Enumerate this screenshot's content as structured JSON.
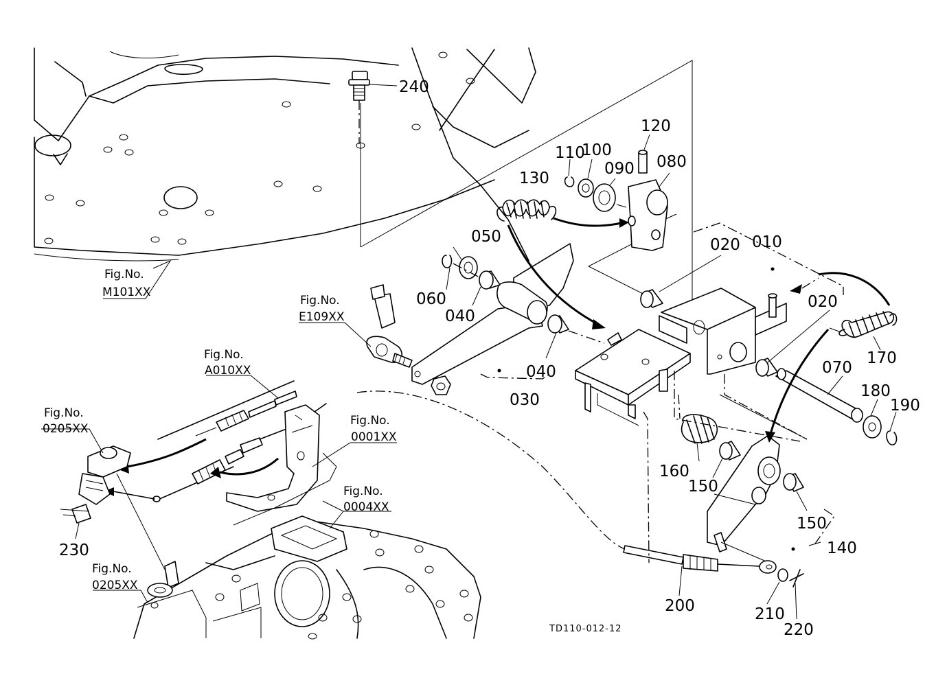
{
  "labels": {
    "p240": "240",
    "p120": "120",
    "p110": "110",
    "p100": "100",
    "p090": "090",
    "p080": "080",
    "p130": "130",
    "p050": "050",
    "p060": "060",
    "p040a": "040",
    "p040b": "040",
    "p030": "030",
    "p020a": "020",
    "p010": "010",
    "p020b": "020",
    "p070": "070",
    "p170": "170",
    "p180": "180",
    "p190": "190",
    "p160": "160",
    "p150a": "150",
    "p150b": "150",
    "p140": "140",
    "p200": "200",
    "p210": "210",
    "p220": "220",
    "p230": "230"
  },
  "fig_refs": {
    "m101": {
      "title": "Fig.No.",
      "number": "M101XX"
    },
    "e109": {
      "title": "Fig.No.",
      "number": "E109XX"
    },
    "a010": {
      "title": "Fig.No.",
      "number": "A010XX"
    },
    "r0205_top": {
      "title": "Fig.No.",
      "number": "0205XX"
    },
    "r0001": {
      "title": "Fig.No.",
      "number": "0001XX"
    },
    "r0004": {
      "title": "Fig.No.",
      "number": "0004XX"
    },
    "r0205_bottom": {
      "title": "Fig.No.",
      "number": "0205XX"
    }
  },
  "drawing_code": "TD110-012-12"
}
